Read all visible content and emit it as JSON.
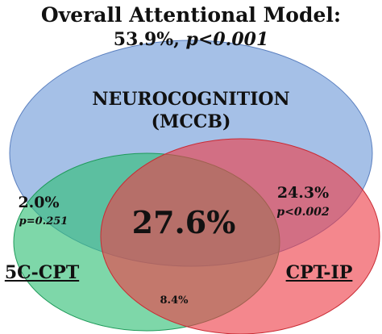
{
  "title": {
    "line1": "Overall Attentional Model:",
    "percent": "53.9%,",
    "pvalue": "p<0.001"
  },
  "sets": {
    "neurocognition": {
      "line1": "NEUROCOGNITION",
      "line2": "(MCCB)",
      "color": "#6e9ad8"
    },
    "cpt5c": {
      "label": "5C-CPT",
      "color": "#2fbe74"
    },
    "cptip": {
      "label": "CPT-IP",
      "color": "#ee3e47"
    }
  },
  "regions": {
    "only_5c": {
      "value": "2.0%",
      "p": "p=0.251"
    },
    "only_ip": {
      "value": "24.3%",
      "p": "p<0.002"
    },
    "center": {
      "value": "27.6%"
    },
    "bottom": {
      "value": "8.4%"
    }
  }
}
